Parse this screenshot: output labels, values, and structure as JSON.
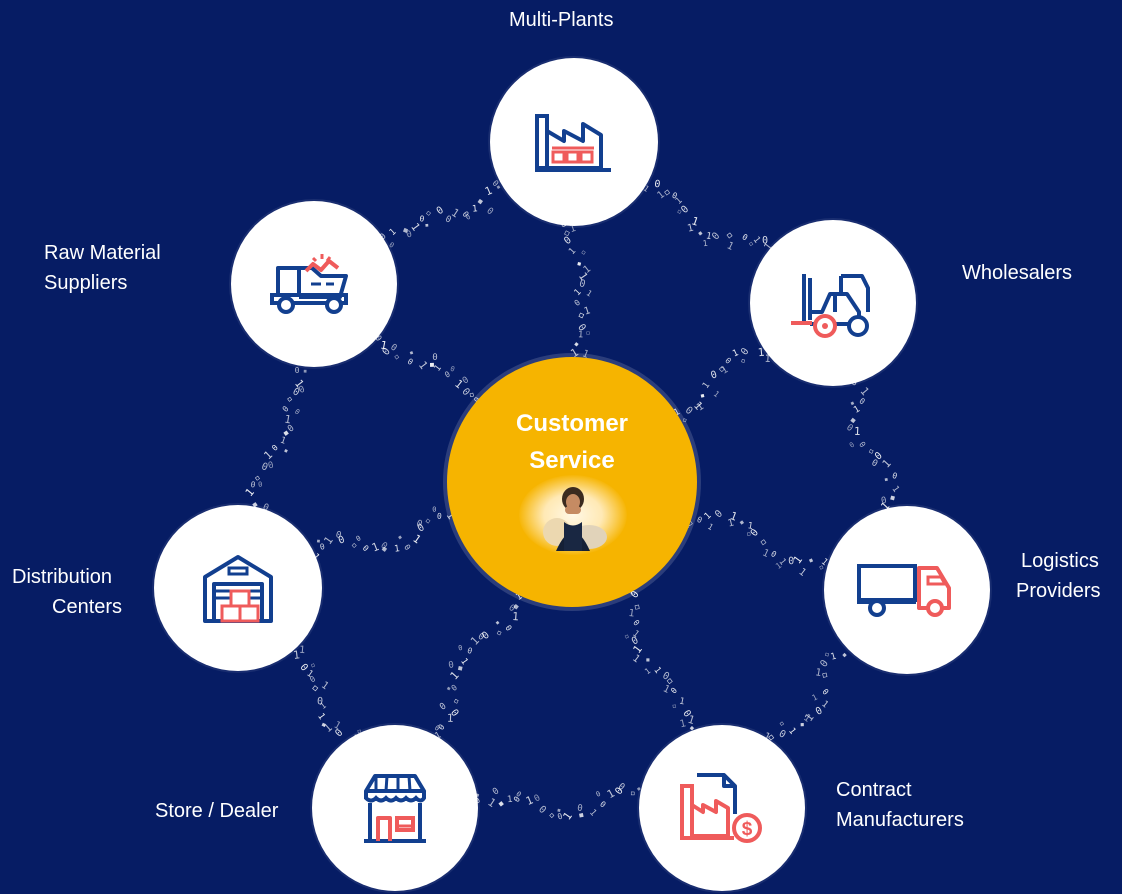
{
  "center": {
    "line1": "Customer",
    "line2": "Service"
  },
  "nodes": {
    "multi_plants": {
      "label": "Multi-Plants"
    },
    "raw_material": {
      "line1": "Raw Material",
      "line2": "Suppliers"
    },
    "wholesalers": {
      "label": "Wholesalers"
    },
    "distribution": {
      "line1": "Distribution",
      "line2": "Centers"
    },
    "logistics": {
      "line1": "Logistics",
      "line2": "Providers"
    },
    "store": {
      "label": "Store / Dealer"
    },
    "contract": {
      "line1": "Contract",
      "line2": "Manufacturers"
    }
  },
  "colors": {
    "background": "#061c64",
    "center": "#f6b400",
    "icon_primary": "#123f8f",
    "icon_accent": "#ef5b5b",
    "node_fill": "#ffffff"
  },
  "icons": {
    "multi_plants": "factory-icon",
    "raw_material": "dump-truck-icon",
    "wholesalers": "forklift-icon",
    "distribution": "warehouse-icon",
    "logistics": "delivery-truck-icon",
    "store": "storefront-icon",
    "contract": "contract-invoice-icon"
  }
}
